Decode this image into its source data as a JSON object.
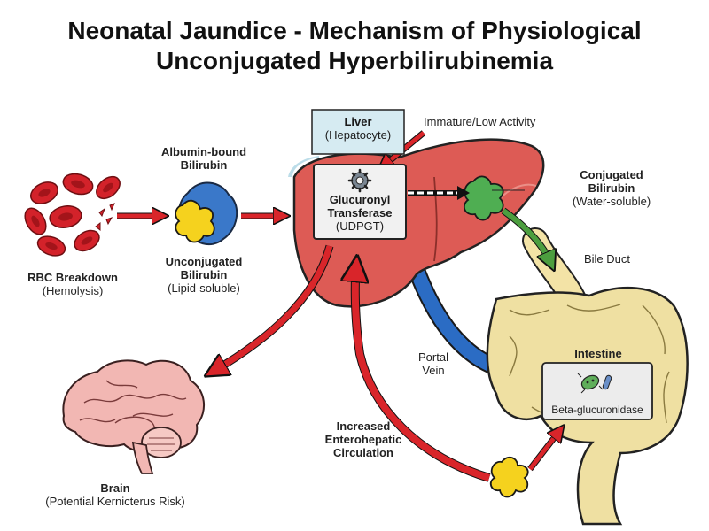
{
  "title": {
    "line1": "Neonatal Jaundice - Mechanism of Physiological",
    "line2": "Unconjugated Hyperbilirubinemia"
  },
  "labels": {
    "rbc_title": "RBC Breakdown",
    "rbc_sub": "(Hemolysis)",
    "albumin_line1": "Albumin-bound",
    "albumin_line2": "Bilirubin",
    "unconj_line1": "Unconjugated",
    "unconj_line2": "Bilirubin",
    "unconj_sub": "(Lipid-soluble)",
    "liver_title": "Liver",
    "liver_sub": "(Hepatocyte)",
    "immature": "Immature/Low Activity",
    "enzyme_line1": "Glucuronyl",
    "enzyme_line2": "Transferase",
    "enzyme_line3": "(UDPGT)",
    "conj_line1": "Conjugated",
    "conj_line2": "Bilirubin",
    "conj_sub": "(Water-soluble)",
    "bile_duct": "Bile Duct",
    "portal_line1": "Portal",
    "portal_line2": "Vein",
    "intestine": "Intestine",
    "beta": "Beta-glucuronidase",
    "entero_line1": "Increased",
    "entero_line2": "Enterohepatic",
    "entero_line3": "Circulation",
    "brain_title": "Brain",
    "brain_sub": "(Potential Kernicterus Risk)"
  },
  "colors": {
    "red_arrow": "#d9252a",
    "blue_vessel": "#2b6cc4",
    "green_arrow": "#4c9e3f",
    "liver": "#dd5b55",
    "bile": "#f3e3a6",
    "intestine": "#efe0a2",
    "brain": "#f2b7b3",
    "liver_box": "#d6ebf2",
    "yellow_molecule": "#f5d21e",
    "green_molecule": "#4fae52",
    "blue_albumin": "#3a78c9"
  }
}
